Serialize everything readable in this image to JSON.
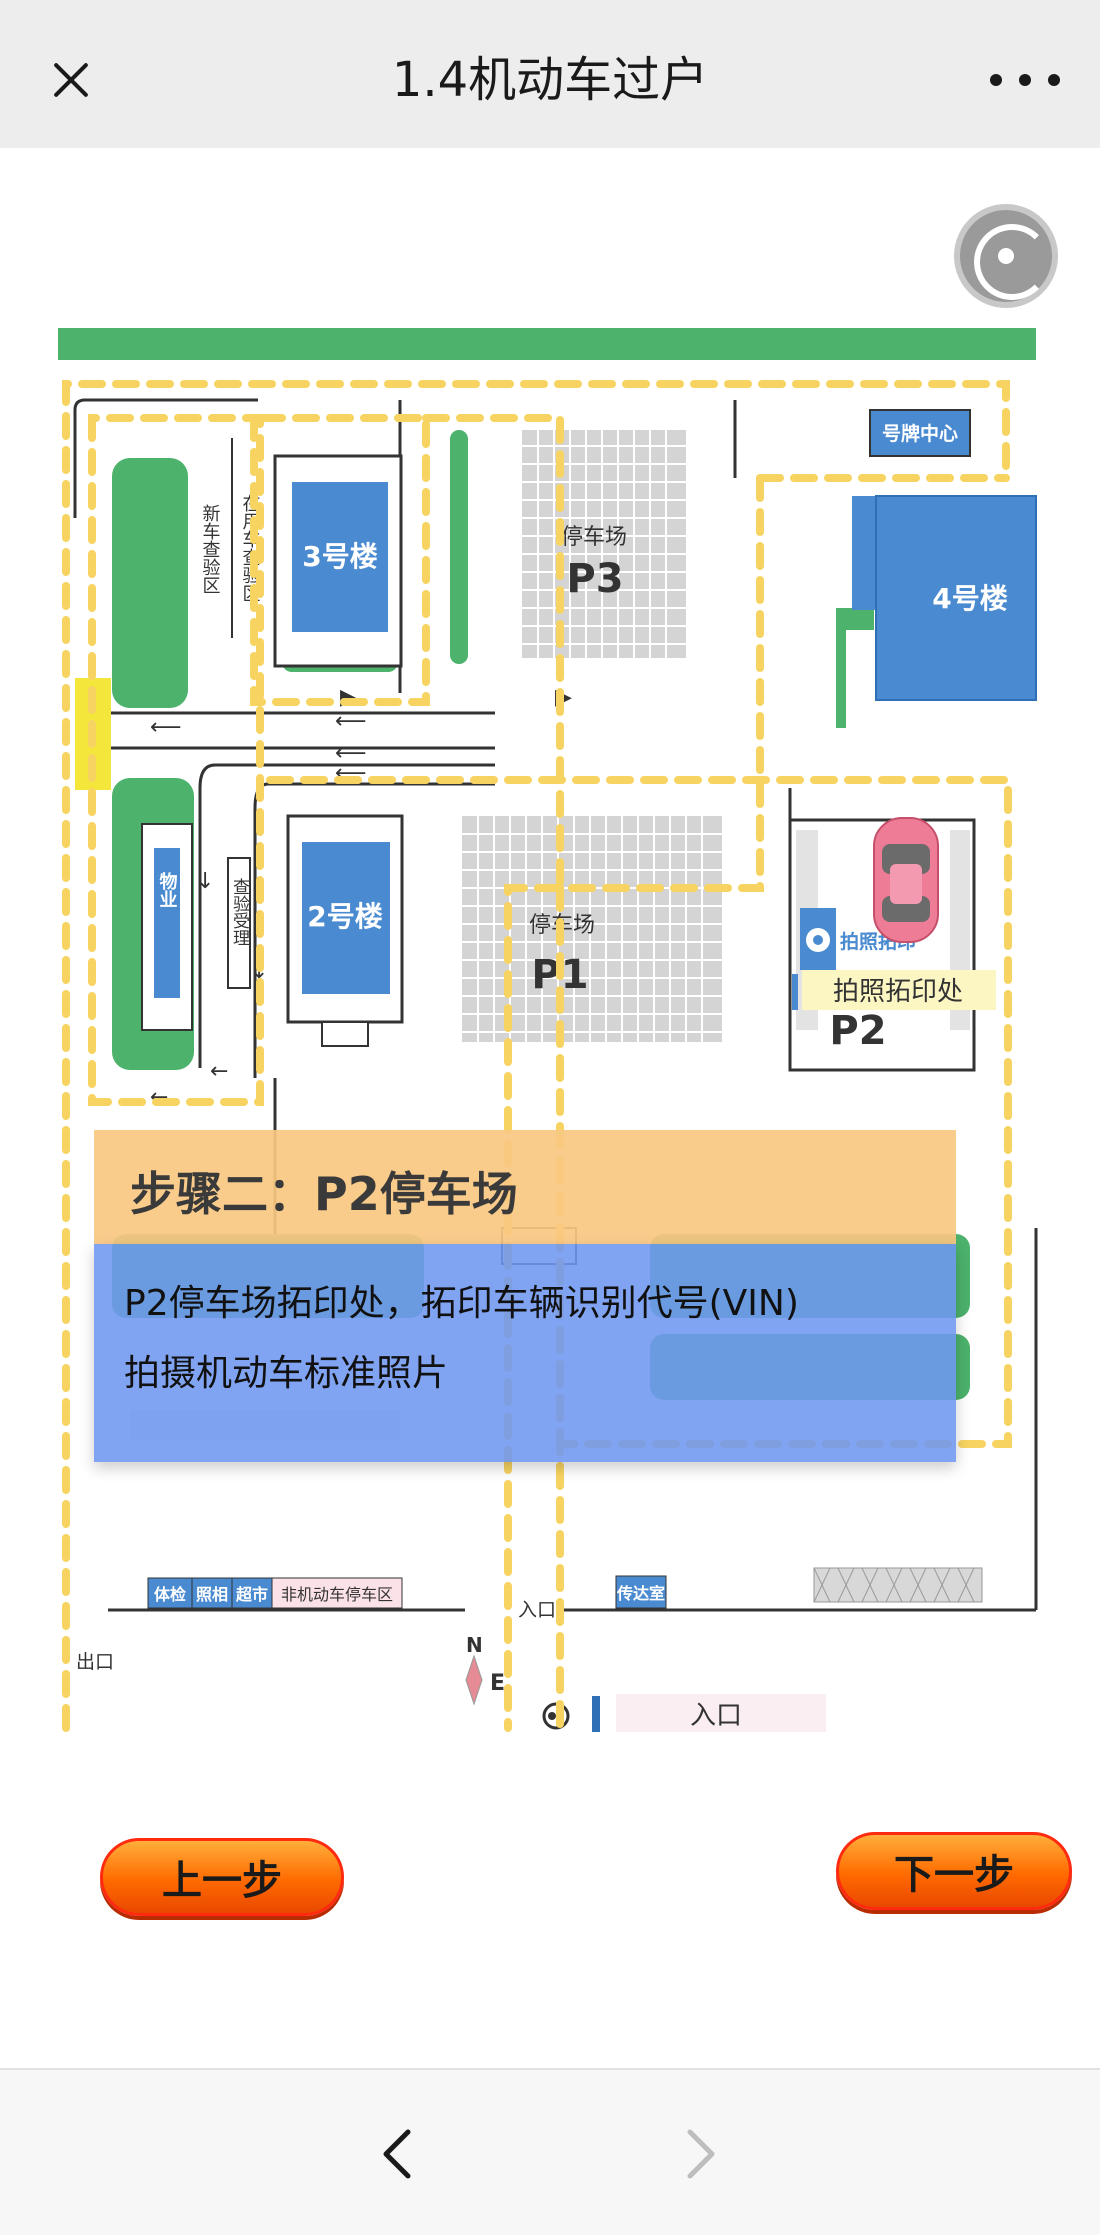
{
  "header": {
    "title": "1.4机动车过户"
  },
  "map": {
    "number_plate_center": "号牌中心",
    "building3": "3号楼",
    "building4": "4号楼",
    "building2": "2号楼",
    "new_car_zone": "新车查验区",
    "used_car_zone": "在用车查验区",
    "property": "物业",
    "inspection_accept": "查验受理",
    "parking_p3_label": "停车场",
    "parking_p3_code": "P3",
    "parking_p1_label": "停车场",
    "parking_p1_code": "P1",
    "parking_p2_code": "P2",
    "photo_stamp_small": "拍照拓印",
    "photo_stamp_tag": "拍照拓印处",
    "facilities": [
      "体检",
      "照相",
      "超市",
      "非机动车停车区"
    ],
    "guard_room": "传达室",
    "entrance_inner": "入口",
    "exit": "出口",
    "compass_n": "N",
    "compass_e": "E",
    "entrance_main": "入口"
  },
  "step": {
    "title": "步骤二：P2停车场",
    "line1": "P2停车场拓印处，拓印车辆识别代号(VIN)",
    "line2": "拍摄机动车标准照片"
  },
  "nav": {
    "prev": "上一步",
    "next": "下一步"
  },
  "colors": {
    "accent_green": "#4cb26c",
    "building_blue": "#4a8ad0",
    "route_yellow": "#f7d462",
    "button_orange": "#ff7a00"
  }
}
